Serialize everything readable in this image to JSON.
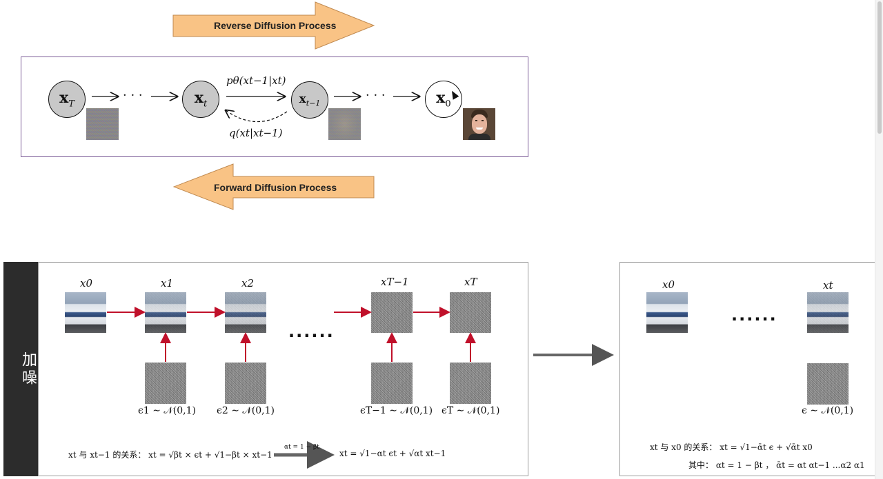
{
  "top_diagram": {
    "reverse_label": "Reverse Diffusion Process",
    "forward_label": "Forward Diffusion Process",
    "nodes": {
      "xT": "x",
      "xT_sub": "T",
      "xt": "x",
      "xt_sub": "t",
      "xt1": "x",
      "xt1_sub": "t−1",
      "x0": "x",
      "x0_sub": "0"
    },
    "dots": "· · ·",
    "p_label": "pθ(xt−1|xt)",
    "q_label": "q(xt|xt−1)"
  },
  "sidebar": {
    "label": "加噪"
  },
  "left_panel": {
    "labels": [
      "x0",
      "x1",
      "x2",
      "xT−1",
      "xT"
    ],
    "ellipsis": "......",
    "eps_labels": [
      "ϵ1 ∼ 𝒩(0,1)",
      "ϵ2 ∼ 𝒩(0,1)",
      "ϵT−1 ∼ 𝒩(0,1)",
      "ϵT ∼ 𝒩(0,1)"
    ],
    "formula_left": "xt 与 xt−1 的关系：  xt = √βt × ϵt + √1−βt × xt−1",
    "arrow_note": "αt = 1 − βt",
    "formula_right": "xt = √1−αt ϵt + √αt xt−1"
  },
  "right_panel": {
    "label_x0": "x0",
    "label_xt": "xt",
    "ellipsis": "......",
    "eps_label": "ϵ ∼ 𝒩(0,1)",
    "formula_1": "xt 与 x0 的关系：  xt = √1−ᾱt ϵ + √ᾱt x0",
    "formula_2": "其中：  αt = 1 − βt ，  ᾱt = αt αt−1 ...α2 α1"
  },
  "colors": {
    "arrow_fill": "#f9c385",
    "panel_border": "#7a5a96",
    "red_arrow": "#c0102a",
    "sidebar_bg": "#2c2c2c"
  }
}
